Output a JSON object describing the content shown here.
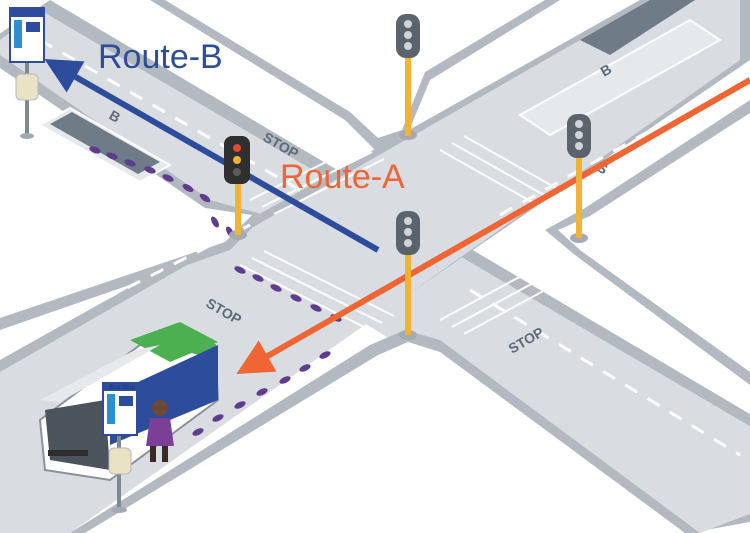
{
  "routes": {
    "route_a": {
      "label": "Route-A",
      "color": "#ef6533"
    },
    "route_b": {
      "label": "Route-B",
      "color": "#2d4d9c"
    }
  },
  "road_markings": {
    "stop": "STOP",
    "lane_b": "B",
    "lane_s": "S"
  },
  "bus_stop_sign": {
    "label": "Bus Stop"
  },
  "colors": {
    "road": "#d9dde2",
    "curb": "#b3b9c1",
    "sidewalk": "#ffffff",
    "footprints": "#5e3d8e",
    "traffic_pole": "#f2b233",
    "bus_body": "#ffffff",
    "bus_accent": "#4caf50",
    "bus_blue": "#2d4d9c"
  },
  "icons": [
    "traffic-light-icon",
    "bus-icon",
    "bus-stop-sign-icon",
    "pedestrian-icon",
    "footprints-icon"
  ]
}
